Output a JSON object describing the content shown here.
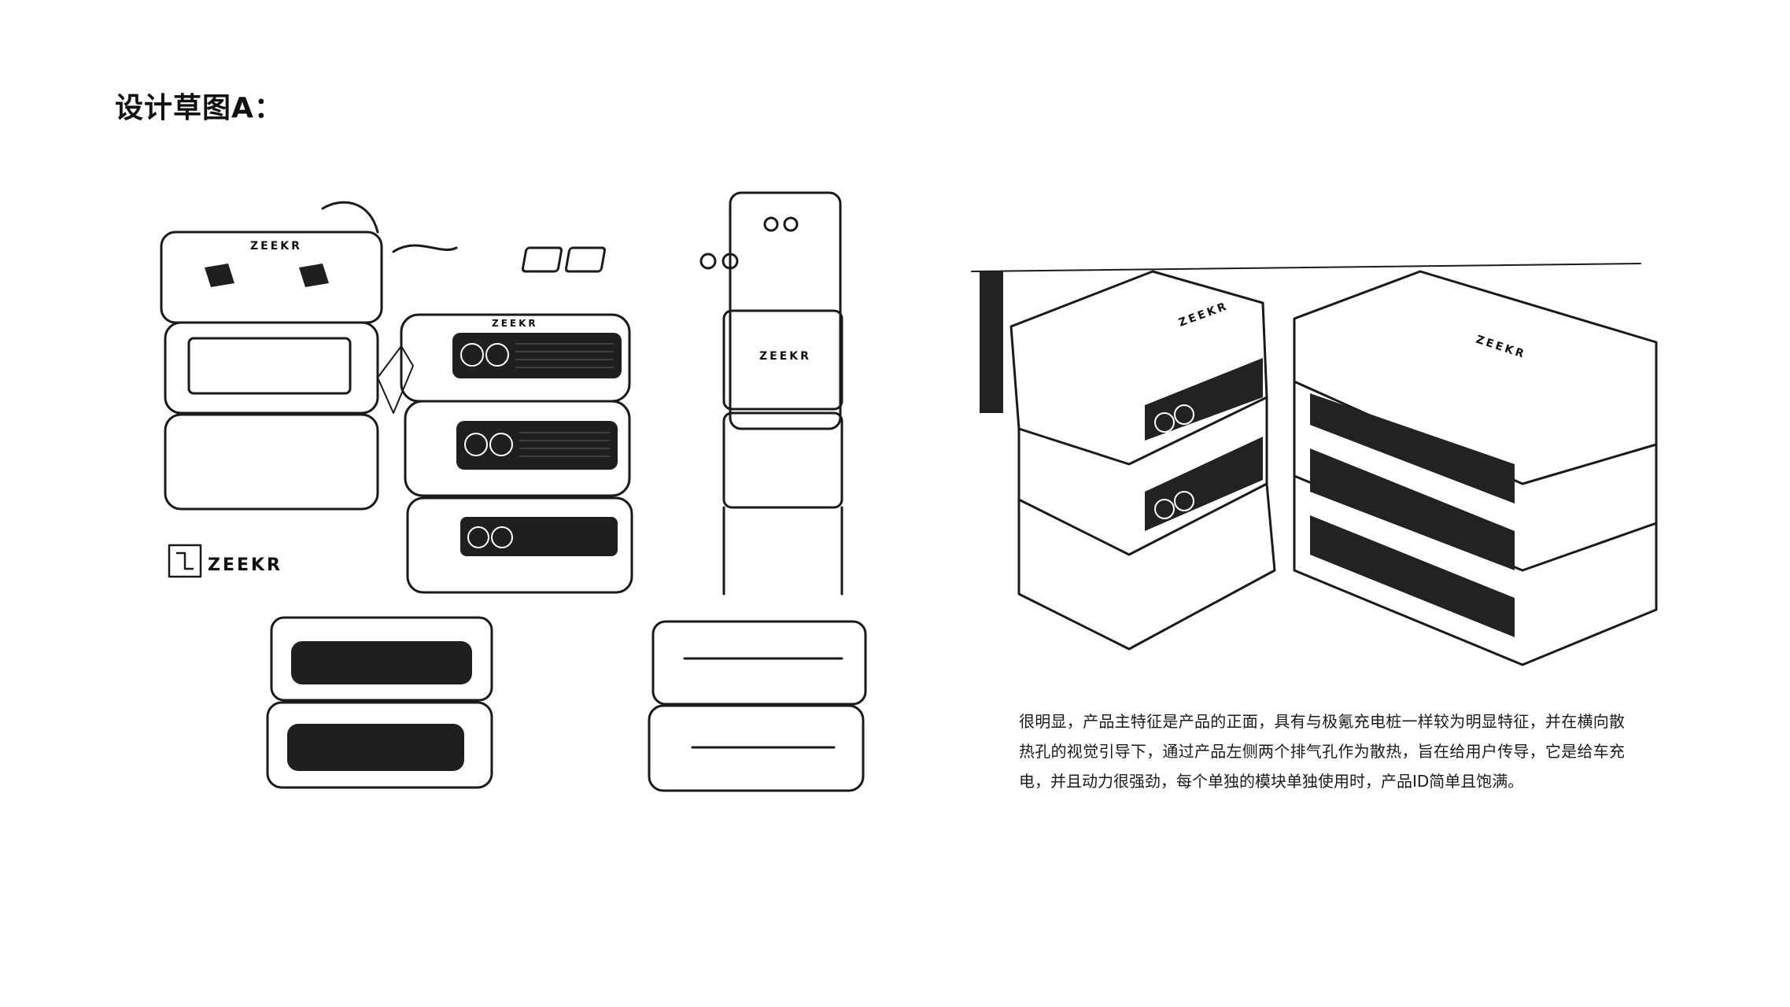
{
  "page": {
    "title": "设计草图A：",
    "description": "很明显，产品主特征是产品的正面，具有与极氪充电桩一样较为明显特征，并在横向散热孔的视觉引导下，通过产品左侧两个排气孔作为散热，旨在给用户传导，它是给车充电，并且动力很强劲，每个单独的模块单独使用时，产品ID简单且饱满。"
  },
  "sketch": {
    "brand": "ZEEKR"
  }
}
